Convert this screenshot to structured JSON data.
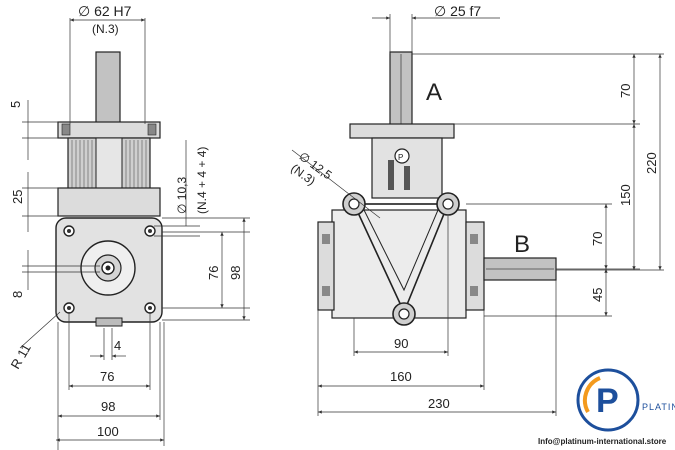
{
  "drawing": {
    "top_view": {
      "shaft_diameter": "∅ 62 H7",
      "shaft_note": "(N.3)",
      "dim_5": "5",
      "dim_25": "25",
      "dim_8": "8",
      "radius": "R 11",
      "dim_4": "4",
      "width_76": "76",
      "width_98": "98",
      "width_100": "100",
      "height_76": "76",
      "height_98": "98",
      "holes_diameter": "∅ 10,3",
      "holes_note": "(N.4 + 4 + 4)"
    },
    "side_view": {
      "shaft_diameter": "∅ 25 f7",
      "label_a": "A",
      "label_b": "B",
      "hole_diameter": "∅ 12,5",
      "hole_note": "(N.3)",
      "dim_70_top": "70",
      "dim_220": "220",
      "dim_150": "150",
      "dim_70_mid": "70",
      "dim_45": "45",
      "width_90": "90",
      "width_160": "160",
      "width_230": "230"
    }
  },
  "logo": {
    "letter": "P",
    "brand": "PLATINUM",
    "email": "Info@platinum-international.store"
  },
  "colors": {
    "line": "#222222",
    "housing_fill": "#dedede",
    "shaft_fill": "#bdbdbd",
    "logo_blue": "#1d4f9c",
    "logo_orange": "#f39a1e"
  }
}
